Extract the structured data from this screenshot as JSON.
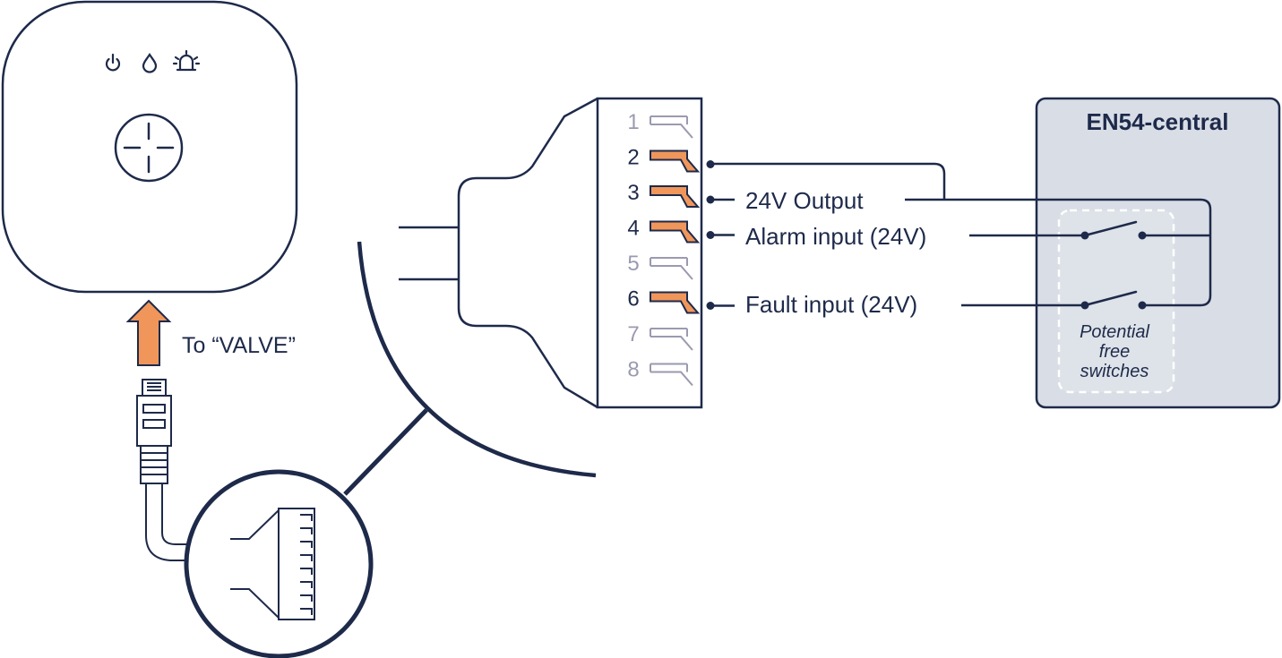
{
  "central": {
    "title": "EN54-central"
  },
  "valve_label": "To “VALVE”",
  "switch_note": [
    "Potential",
    "free",
    "switches"
  ],
  "terminals": [
    {
      "number": "1",
      "active": false
    },
    {
      "number": "2",
      "active": true
    },
    {
      "number": "3",
      "active": true
    },
    {
      "number": "4",
      "active": true
    },
    {
      "number": "5",
      "active": false
    },
    {
      "number": "6",
      "active": true
    },
    {
      "number": "7",
      "active": false
    },
    {
      "number": "8",
      "active": false
    }
  ],
  "signals": {
    "output": "24V Output",
    "alarm": "Alarm input (24V)",
    "fault": "Fault input (24V)"
  },
  "device_icons": [
    "power-icon",
    "water-drop-icon",
    "alarm-siren-icon"
  ],
  "colors": {
    "stroke": "#1e2a4a",
    "accent": "#f0965a",
    "inactive": "#9a9ab0",
    "central_fill": "#d9dee6",
    "switch_box": "#ffffff"
  }
}
